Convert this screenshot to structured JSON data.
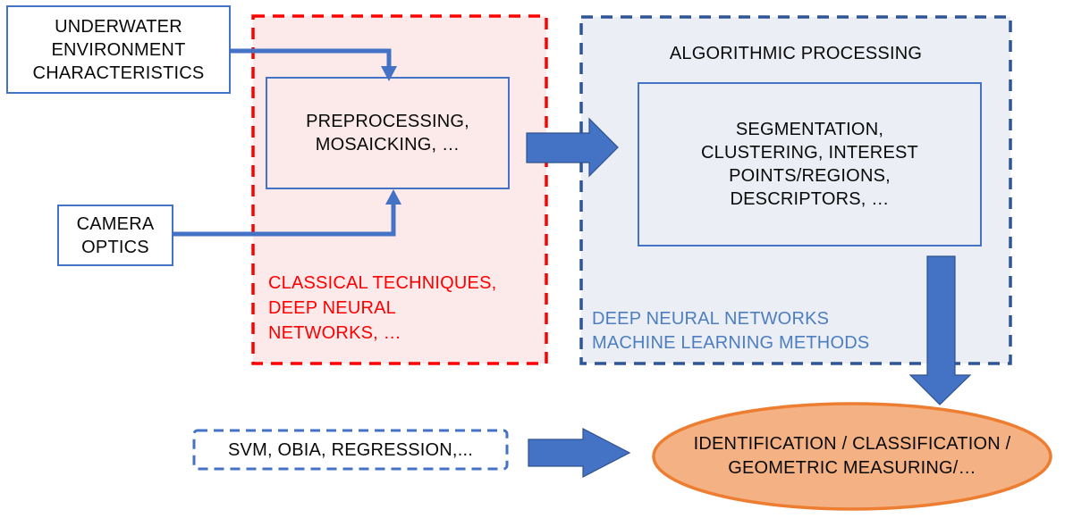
{
  "diagram": {
    "type": "flowchart",
    "description": "Underwater image processing pipeline"
  },
  "colors": {
    "accent_blue": "#4472C4",
    "arrow_border": "#2F528F",
    "dark_blue_dash": "#2F5597",
    "red": "#FF0000",
    "pink_fill": "#FCEAEA",
    "blue_fill": "#EBEEF4",
    "blue_text": "#4D7EBF",
    "orange_fill": "#F4B183",
    "orange_border": "#ED7D31",
    "ink": "#0A0A0A"
  },
  "nodes": {
    "underwater": {
      "label": "UNDERWATER\nENVIRONMENT\nCHARACTERISTICS"
    },
    "camera": {
      "label": "CAMERA\nOPTICS"
    },
    "preprocessing": {
      "label": "PREPROCESSING,\nMOSAICKING, …"
    },
    "classical_note": {
      "label": "CLASSICAL TECHNIQUES,\nDEEP NEURAL\nNETWORKS, …"
    },
    "algorithmic": {
      "title": "ALGORITHMIC PROCESSING"
    },
    "segmentation": {
      "label": "SEGMENTATION,\nCLUSTERING, INTEREST\nPOINTS/REGIONS,\nDESCRIPTORS, …"
    },
    "ml_note": {
      "label": "DEEP NEURAL NETWORKS\nMACHINE LEARNING METHODS"
    },
    "svm": {
      "label": "SVM, OBIA, REGRESSION,..."
    },
    "output": {
      "label": "IDENTIFICATION / CLASSIFICATION /\nGEOMETRIC MEASURING/…"
    }
  }
}
